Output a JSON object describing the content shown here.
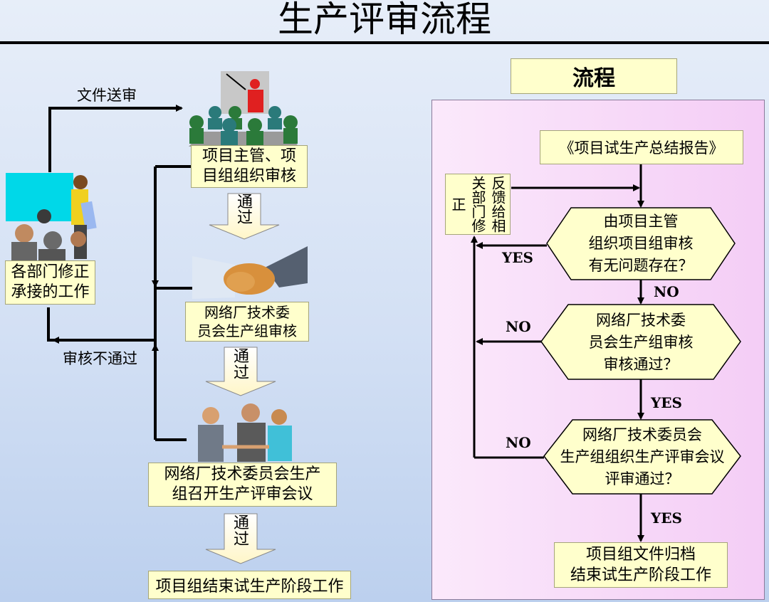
{
  "title": "生产评审流程",
  "left": {
    "dept_box": [
      "各部门修正",
      "承接的工作"
    ],
    "send_label": "文件送审",
    "reject_label": "审核不通过",
    "step1": [
      "项目主管、项",
      "目组组织审核"
    ],
    "step2": [
      "网络厂技术委",
      "员会生产组审核"
    ],
    "step3": [
      "网络厂技术委员会生产",
      "组召开生产评审会议"
    ],
    "final": "项目组结束试生产阶段工作",
    "pass": "通过"
  },
  "right": {
    "header": "流程",
    "report": "《项目试生产总结报告》",
    "feedback": "反馈给相关部门修正",
    "d1": [
      "由项目主管",
      "组织项目组审核",
      "有无问题存在？"
    ],
    "d2": [
      "网络厂技术委",
      "员会生产组审核",
      "审核通过？"
    ],
    "d3": [
      "网络厂技术委员会",
      "生产组组织生产评审会议",
      "评审通过？"
    ],
    "end": [
      "项目组文件归档",
      "结束试生产阶段工作"
    ],
    "yes": "YES",
    "no": "NO"
  },
  "colors": {
    "box_fill": "#ffffcc",
    "panel_fill": "#f7d6f7",
    "background": "#d3e0f4"
  }
}
